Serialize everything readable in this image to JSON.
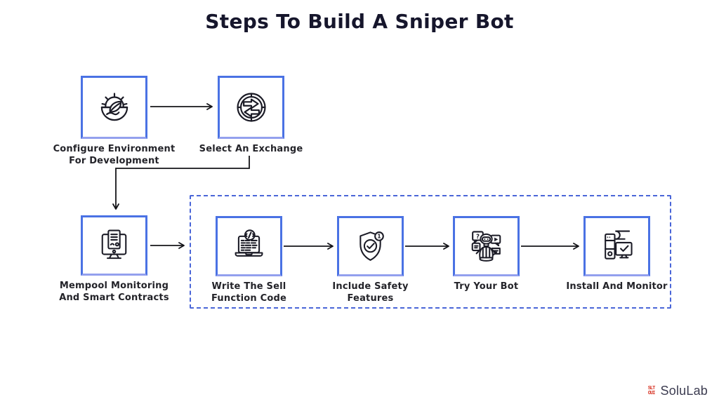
{
  "title": "Steps To Build A Sniper Bot",
  "steps": [
    {
      "label": "Configure Environment For Development",
      "icon": "gear-leaf-globe-icon"
    },
    {
      "label": "Select An Exchange",
      "icon": "exchange-arrows-coin-icon"
    },
    {
      "label": "Mempool Monitoring And Smart Contracts",
      "icon": "monitor-document-icon"
    },
    {
      "label": "Write The Sell Function Code",
      "icon": "laptop-code-icon"
    },
    {
      "label": "Include Safety Features",
      "icon": "shield-check-icon",
      "badge": "1"
    },
    {
      "label": "Try Your Bot",
      "icon": "robot-chat-icon",
      "bubble_symbol": "?"
    },
    {
      "label": "Install And Monitor",
      "icon": "pc-wrench-monitor-icon"
    }
  ],
  "branding": {
    "logo_text": "SoluLab",
    "mark_top": "SLT",
    "mark_bottom": "OUI"
  },
  "colors": {
    "background": "#ffffff",
    "title_color": "#16162c",
    "label_color": "#232329",
    "box_border": "#4a72e4",
    "box_border_light": "#93a0ee",
    "dashed_border": "#4a66d8",
    "icon_stroke": "#1b1b26",
    "arrow_color": "#141418",
    "logo_red": "#d93a2b",
    "logo_text_color": "#3b3b50"
  }
}
